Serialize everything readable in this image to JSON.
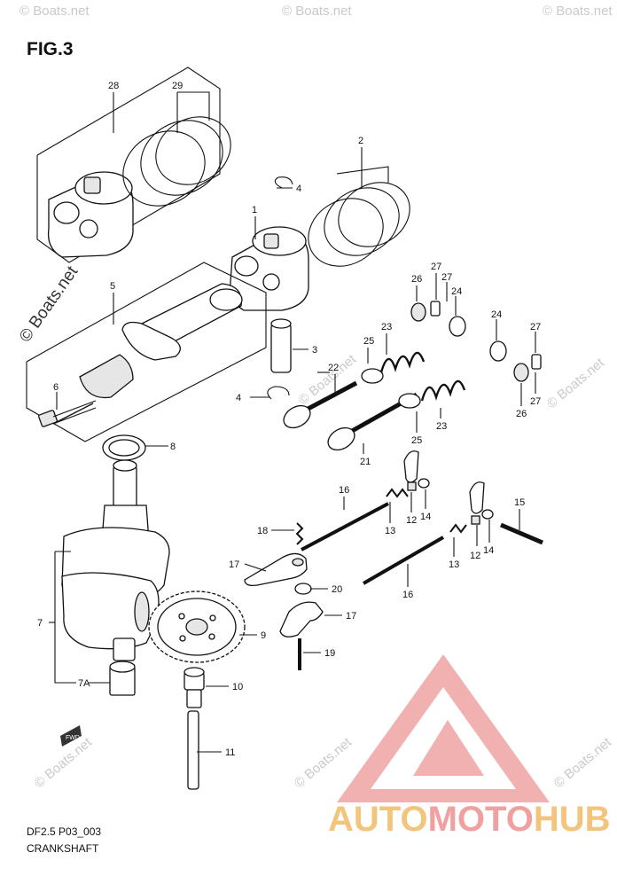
{
  "figure": {
    "title": "FIG.3",
    "code": "DF2.5 P03_003",
    "name": "CRANKSHAFT"
  },
  "watermarks": {
    "small": "© Boats.net",
    "large": "© Boats.net"
  },
  "brand": {
    "part1": "AUTO",
    "part2": "MOTO",
    "part3": "HUB",
    "color_yellow": "#f3c47c",
    "color_red": "#f0a0a0"
  },
  "callouts": {
    "c1": "1",
    "c2": "2",
    "c3": "3",
    "c4a": "4",
    "c4b": "4",
    "c5": "5",
    "c6": "6",
    "c7": "7",
    "c7a": "7A",
    "c8": "8",
    "c9": "9",
    "c10": "10",
    "c11": "11",
    "c12a": "12",
    "c12b": "12",
    "c13a": "13",
    "c13b": "13",
    "c14a": "14",
    "c14b": "14",
    "c15": "15",
    "c16a": "16",
    "c16b": "16",
    "c17a": "17",
    "c17b": "17",
    "c18": "18",
    "c19": "19",
    "c20": "20",
    "c21": "21",
    "c22": "22",
    "c23a": "23",
    "c23b": "23",
    "c24a": "24",
    "c24b": "24",
    "c25a": "25",
    "c25b": "25",
    "c26a": "26",
    "c26b": "26",
    "c27a": "27",
    "c27b": "27",
    "c27c": "27",
    "c28": "28",
    "c29": "29"
  },
  "fwd_label": "FWD"
}
